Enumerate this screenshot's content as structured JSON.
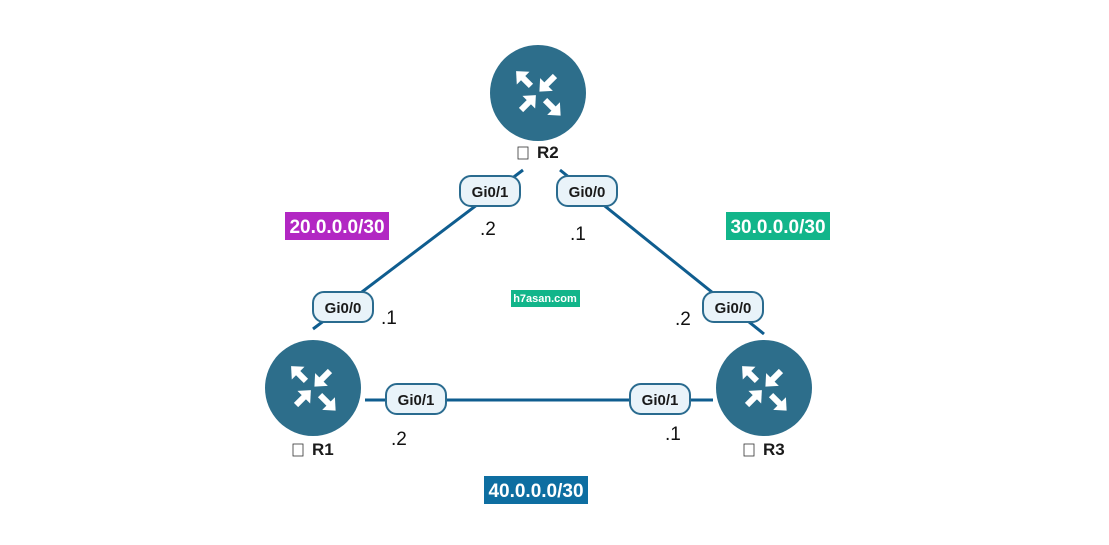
{
  "routers": [
    {
      "id": "r1",
      "label": "R1"
    },
    {
      "id": "r2",
      "label": "R2"
    },
    {
      "id": "r3",
      "label": "R3"
    }
  ],
  "interfaces": {
    "r2_left": "Gi0/1",
    "r2_right": "Gi0/0",
    "r1_top": "Gi0/0",
    "r1_right": "Gi0/1",
    "r3_top": "Gi0/0",
    "r3_left": "Gi0/1"
  },
  "ips": {
    "r2_left": ".2",
    "r2_right": ".1",
    "r1_top": ".1",
    "r1_right": ".2",
    "r3_top": ".2",
    "r3_left": ".1"
  },
  "subnets": {
    "r1_r2": {
      "label": "20.0.0.0/30",
      "color": "#b227c3"
    },
    "r2_r3": {
      "label": "30.0.0.0/30",
      "color": "#12b58a"
    },
    "r1_r3": {
      "label": "40.0.0.0/30",
      "color": "#0e6ea1"
    }
  },
  "watermark": {
    "label": "h7asan.com",
    "color": "#12b58a"
  },
  "colors": {
    "router": "#2d6e8b",
    "link": "#0f5d8f"
  },
  "icons": {
    "router": "router-icon"
  }
}
